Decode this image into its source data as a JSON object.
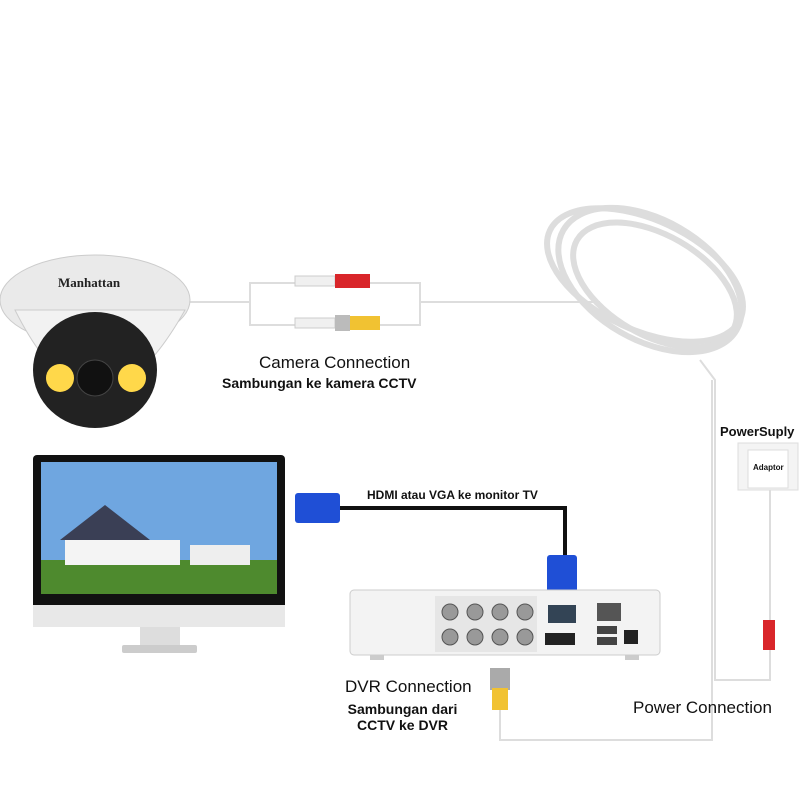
{
  "camera": {
    "brand": "Manhattan"
  },
  "camera_connection": {
    "title": "Camera Connection",
    "subtitle": "Sambungan ke kamera CCTV"
  },
  "power_supply": {
    "title": "PowerSuply",
    "adaptor_label": "Adaptor"
  },
  "video_cable": {
    "label": "HDMI atau VGA ke monitor TV"
  },
  "dvr_connection": {
    "title": "DVR Connection",
    "subtitle_line1": "Sambungan dari",
    "subtitle_line2": "CCTV ke DVR"
  },
  "power_connection": {
    "title": "Power Connection"
  },
  "colors": {
    "vga_blue": "#1f4fd6",
    "bnc_yellow": "#f1c232",
    "power_red": "#d9262a",
    "cable_white": "#eeeeee"
  }
}
